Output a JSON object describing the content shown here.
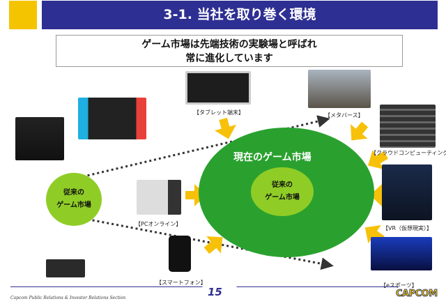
{
  "header": {
    "title": "3-1. 当社を取り巻く環境"
  },
  "subtitle": {
    "line1": "ゲーム市場は先端技術の実験場と呼ばれ",
    "line2": "常に進化しています"
  },
  "circles": {
    "current_market": "現在のゲーム市場",
    "conventional_inner_l1": "従来の",
    "conventional_inner_l2": "ゲーム市場",
    "conventional_left_l1": "従来の",
    "conventional_left_l2": "ゲーム市場"
  },
  "labels": {
    "tablet": "【タブレット端末】",
    "metaverse": "【メタバース】",
    "cloud": "【クラウドコンピューティング】",
    "vr": "【VR（仮想現実）】",
    "esports": "【eスポーツ】",
    "pc": "【PCオンライン】",
    "smartphone": "【スマートフォン】"
  },
  "footer": {
    "section": "Capcom Public Relations & Investor Relations Section",
    "page": "15",
    "logo": "CAPCOM"
  },
  "colors": {
    "navy": "#2e2f92",
    "yellow": "#f5c400",
    "green": "#2aa12f",
    "lightgreen": "#8fcd26"
  }
}
